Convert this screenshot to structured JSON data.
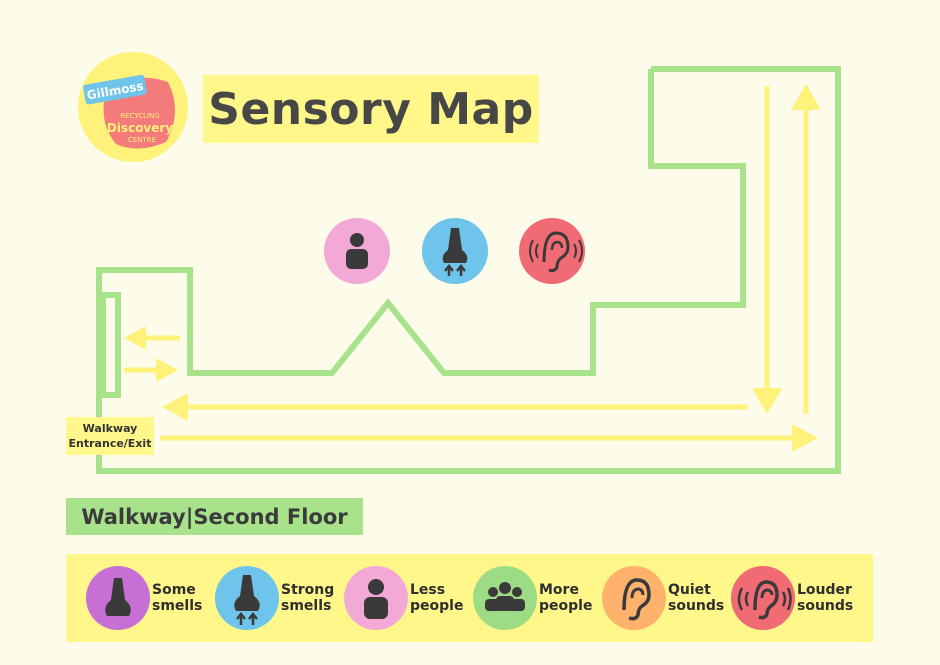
{
  "title": "Sensory Map",
  "logo": {
    "brand": "Gillmoss",
    "line1": "RECYCLING",
    "line2": "Discovery",
    "line3": "CENTRE"
  },
  "entrance": {
    "line1": "Walkway",
    "line2": "Entrance/Exit"
  },
  "floor_label": "Walkway|Second Floor",
  "map_icons": [
    "less-people-icon",
    "strong-smells-icon",
    "louder-sounds-icon"
  ],
  "legend": [
    {
      "line1": "Some",
      "line2": "smells",
      "icon": "nose-icon",
      "color": "#c86fd6"
    },
    {
      "line1": "Strong",
      "line2": "smells",
      "icon": "nose-arrows-icon",
      "color": "#6ec4ea"
    },
    {
      "line1": "Less",
      "line2": "people",
      "icon": "person-icon",
      "color": "#f2a9d6"
    },
    {
      "line1": "More",
      "line2": "people",
      "icon": "group-icon",
      "color": "#9ddb85"
    },
    {
      "line1": "Quiet",
      "line2": "sounds",
      "icon": "ear-icon",
      "color": "#ffb26b"
    },
    {
      "line1": "Louder",
      "line2": "sounds",
      "icon": "ear-waves-icon",
      "color": "#f06b73"
    }
  ],
  "colors": {
    "background": "#fdfbea",
    "walkway_outline": "#a8e38c",
    "route_arrows": "#fff27a",
    "label_yellow": "#fff78a"
  }
}
